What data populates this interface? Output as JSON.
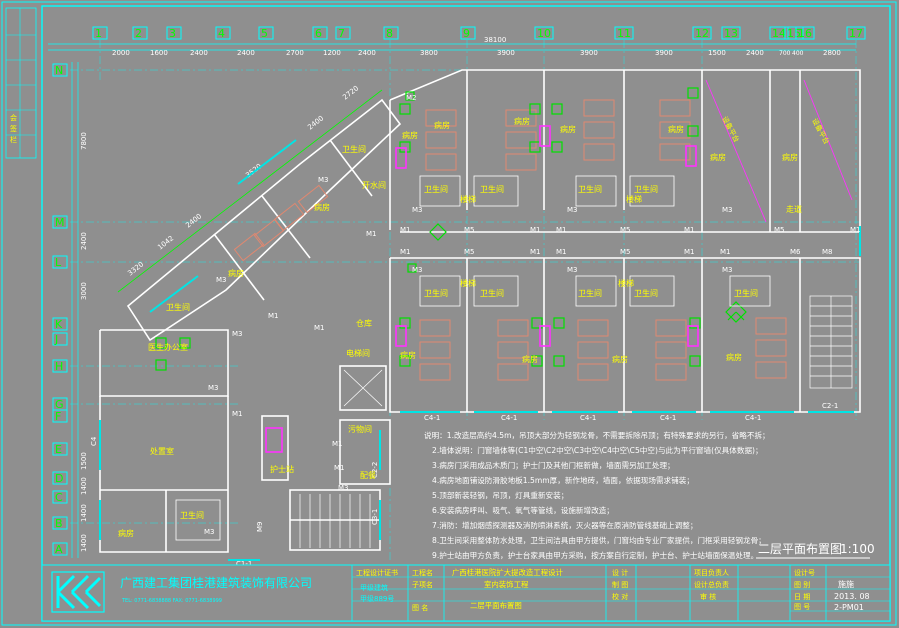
{
  "axes": {
    "top": [
      "1",
      "2",
      "3",
      "4",
      "5",
      "6",
      "7",
      "8",
      "9",
      "10",
      "11",
      "12",
      "13",
      "14",
      "15",
      "16",
      "17"
    ],
    "left": [
      "N",
      "M",
      "L",
      "K",
      "J",
      "H",
      "G",
      "F",
      "E",
      "D",
      "C",
      "B",
      "A"
    ]
  },
  "dimensions": {
    "top": [
      "2000",
      "1600",
      "2400",
      "2400",
      "2700",
      "1200",
      "2400",
      "3800",
      "3900",
      "3900",
      "3900",
      "1500",
      "2400",
      "700",
      "400",
      "2800"
    ],
    "total": "38100",
    "left": [
      "7800",
      "2400",
      "3000",
      "1500",
      "1400",
      "1400",
      "1400"
    ],
    "diagonal": [
      "2720",
      "2400",
      "3520",
      "2400",
      "1042",
      "3320"
    ]
  },
  "rooms": {
    "ward": "病房",
    "toilet": "卫生间",
    "hot_water": "开水间",
    "warehouse": "仓库",
    "electrical": "电梯间",
    "office": "医生办公室",
    "treatment": "处置室",
    "nurse_station": "护士站",
    "dirty": "污物间",
    "disposal": "配餐",
    "stair_hall": "楼梯",
    "corridor": "走道",
    "prep": "病房"
  },
  "door_tags": [
    "M1",
    "M2",
    "M3",
    "M5",
    "M6",
    "M8",
    "M9",
    "C4-1",
    "C2-1",
    "C1-1",
    "C4",
    "C2-2",
    "C3-1"
  ],
  "diag_labels": [
    "设备平台",
    "设备平台"
  ],
  "notes": [
    "说明：1.改造层高约4.5m，吊顶大部分为轻钢龙骨，不需要拆除吊顶；有特殊要求的另行，省略不拆；",
    "2.墙体说明：门窗墙体等(C1中空\\C2中空\\C3中空\\C4中空\\C5中空)与此为平行窗墙(仅具体数据)；",
    "3.病房门采用成品木质门；护士门及其他门框新做，墙面需另加工处理；",
    "4.病房地面铺设防滑胶地板1.5mm厚，新作地砖，墙面，依据现场需求铺装；",
    "5.顶部新装轻钢，吊顶，灯具重新安装；",
    "6.安装病房呼叫、吸气、氧气等管线，设施新增改造；",
    "7.消防：增加烟感探测器及消防喷淋系统，灭火器等在原消防管线基础上调整；",
    "8.卫生间采用整体防水处理，卫生间洁具由甲方提供，门窗均由专业厂家提供，门框采用轻钢龙骨；",
    "9.护士站由甲方负责，护士台家具由甲方采购，按方案自行定制，护士台、护士站墙面保温处理。"
  ],
  "title": {
    "label": "二层平面布置图",
    "scale": "1:100"
  },
  "title_block": {
    "company": "广西建工集团桂港建筑装饰有限公司",
    "company_sub": "TEL: 0771-6838888  FAX: 0771-6838999",
    "qualification_label": "工程设计证书",
    "qualification_grade": "甲级建筑",
    "qualification_no": "甲级889号",
    "project_label": "工程名",
    "project_name": "广西桂港医院扩大提改造工程设计",
    "sub_label": "子项名",
    "sub_name": "室内装饰工程",
    "drawing_label": "图 名",
    "drawing_name": "二层平面布置图",
    "roles_left": [
      "设 计",
      "制 图",
      "校 对"
    ],
    "roles_mid": [
      "项目负责人",
      "设计总负责",
      "审 核"
    ],
    "roles_right": [
      "设计号",
      "图 别",
      "日 期",
      "图 号"
    ],
    "stage": "施施",
    "date": "2013. 08",
    "sheet_no": "2-PM01"
  },
  "margin_labels": [
    "会",
    "签",
    "栏"
  ],
  "colors": {
    "background": "#8f8f8f",
    "frame": "#00ffff",
    "wall": "#ffffff",
    "window": "#00e5e5",
    "bed": "#e08870",
    "fixture": "#00e000",
    "door": "#ff33ff",
    "text_room": "#ffff00",
    "text_note": "#ffffff"
  }
}
